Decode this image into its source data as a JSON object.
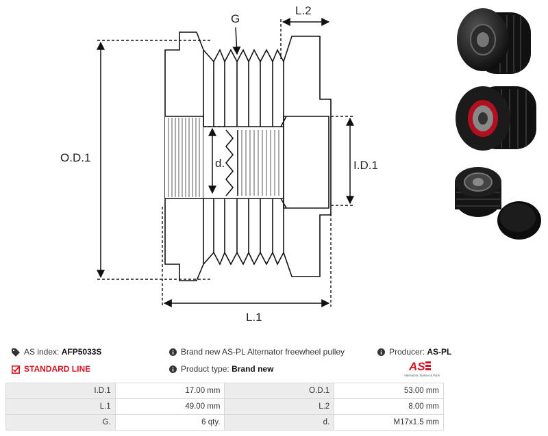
{
  "drawing": {
    "labels": {
      "od1": "O.D.1",
      "id1": "I.D.1",
      "l1": "L.1",
      "l2": "L.2",
      "g": "G",
      "d": "d."
    }
  },
  "info": {
    "as_index_label": "AS index:",
    "as_index_value": "AFP5033S",
    "description": "Brand new AS-PL Alternator freewheel pulley",
    "producer_label": "Producer:",
    "producer_value": "AS-PL",
    "standard_line": "STANDARD LINE",
    "product_type_label": "Product type:",
    "product_type_value": "Brand new",
    "logo_text": "AS",
    "logo_tagline": "Alternators, Starters & Parts"
  },
  "specs": [
    {
      "k1": "I.D.1",
      "v1": "17.00 mm",
      "k2": "O.D.1",
      "v2": "53.00 mm"
    },
    {
      "k1": "L.1",
      "v1": "49.00 mm",
      "k2": "L.2",
      "v2": "8.00 mm"
    },
    {
      "k1": "G.",
      "v1": "6 qty.",
      "k2": "d.",
      "v2": "M17x1.5 mm"
    }
  ],
  "colors": {
    "accent_red": "#d4111f",
    "line": "#111111",
    "table_key_bg": "#ececec"
  },
  "icons": [
    "tag-icon",
    "info-icon",
    "check-square-icon"
  ]
}
